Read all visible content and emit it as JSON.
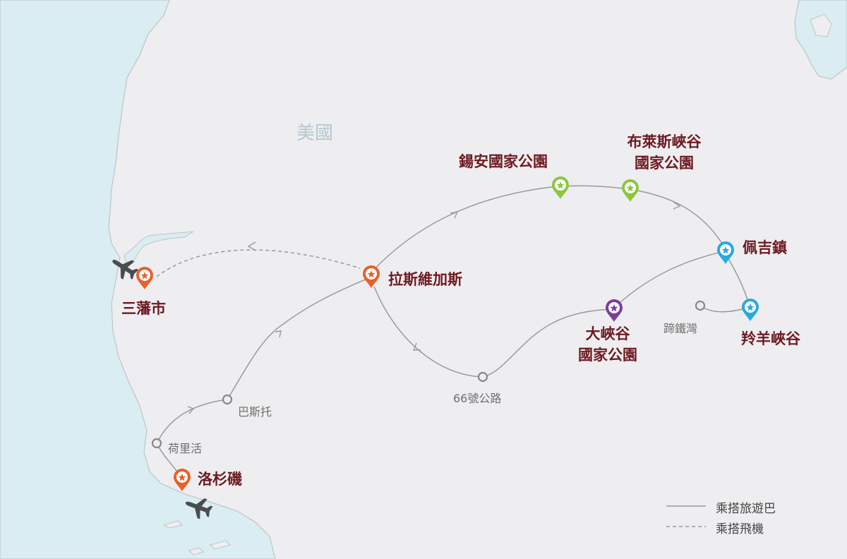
{
  "country_label": "美國",
  "cities": {
    "san_francisco": "三藩市",
    "las_vegas": "拉斯維加斯",
    "los_angeles": "洛杉磯",
    "zion": "鍚安國家公園",
    "bryce_line1": "布萊斯峽谷",
    "bryce_line2": "國家公園",
    "page": "佩吉鎮",
    "antelope": "羚羊峽谷",
    "grand_canyon_line1": "大峽谷",
    "grand_canyon_line2": "國家公園"
  },
  "waypoints": {
    "barstow": "巴斯托",
    "hollywood": "荷里活",
    "route66": "66號公路",
    "horseshoe_bend": "蹄鐵灣"
  },
  "legend": {
    "bus": "乘搭旅遊巴",
    "flight": "乘搭飛機"
  },
  "colors": {
    "land": "#eeeef0",
    "sea": "#d9edf2",
    "route": "#9a9a9a",
    "orange_pin": "#e8602a",
    "green_pin": "#8cc63f",
    "blue_pin": "#29a9e0",
    "purple_pin": "#7b3f98",
    "label_dark_red": "#6e1a22"
  },
  "icons": [
    "airplane-icon",
    "star-pin-icon",
    "waypoint-circle-icon"
  ]
}
